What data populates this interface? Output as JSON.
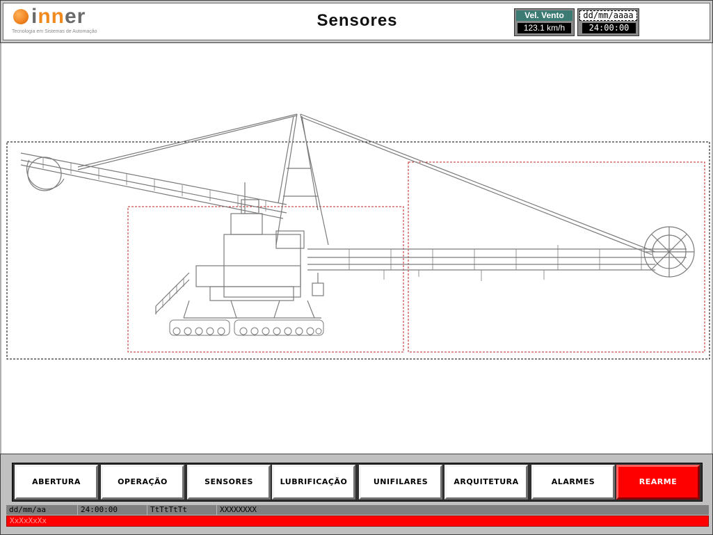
{
  "header": {
    "logo_text_prefix": "i",
    "logo_text_accent": "nn",
    "logo_text_suffix": "er",
    "logo_subtitle": "Tecnologia em Sistemas de Automação",
    "title": "Sensores",
    "wind": {
      "label": "Vel. Vento",
      "value": "123.1 km/h"
    },
    "date_placeholder": "dd/mm/aaaa",
    "time": "24:00:00"
  },
  "nav": {
    "buttons": [
      "ABERTURA",
      "OPERAÇÃO",
      "SENSORES",
      "LUBRIFICAÇÃO",
      "UNIFILARES",
      "ARQUITETURA",
      "ALARMES",
      "REARME"
    ]
  },
  "status": {
    "date": "dd/mm/aa",
    "time": "24:00:00",
    "tag": "TtTtTtTt",
    "code": "XXXXXXXX",
    "alarm": "XxXxXxXx"
  },
  "colors": {
    "header_bg": "#c8c8c8",
    "wind_label_bg": "#3c7a74",
    "rearme_bg": "#ff0000",
    "alarm_bar": "#ff0000",
    "status_bar": "#808080",
    "drawing": "#7a7a7a",
    "zone_outline": "#c02020"
  }
}
